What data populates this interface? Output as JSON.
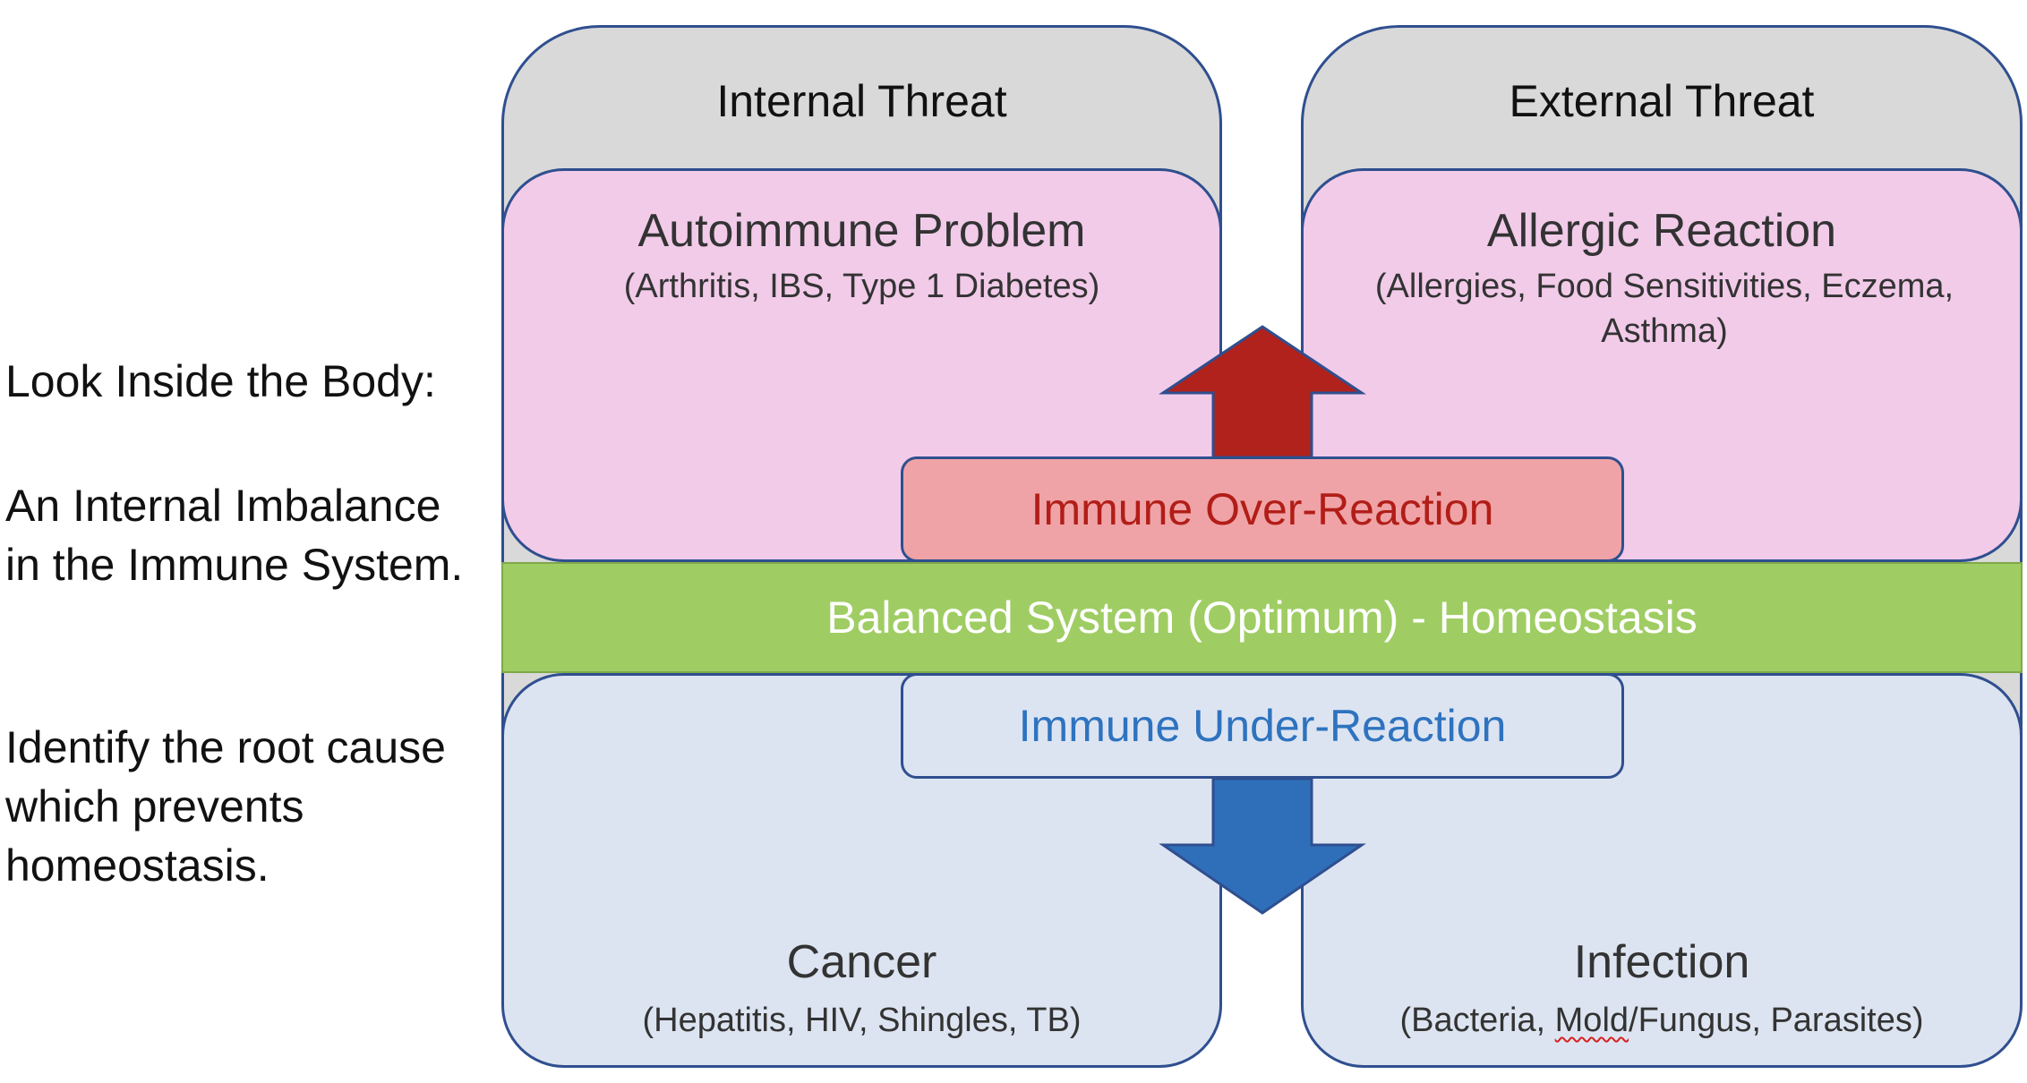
{
  "sidebar": {
    "line1": "Look Inside the Body:",
    "line2": "An Internal Imbalance in the Immune System.",
    "line3": "Identify the root cause which prevents homeostasis."
  },
  "columns": {
    "internal": {
      "title": "Internal Threat"
    },
    "external": {
      "title": "External Threat"
    }
  },
  "quadrants": {
    "autoimmune": {
      "title": "Autoimmune Problem",
      "subtitle": "(Arthritis, IBS, Type 1 Diabetes)"
    },
    "allergic": {
      "title": "Allergic Reaction",
      "subtitle": "(Allergies, Food Sensitivities, Eczema, Asthma)"
    },
    "cancer": {
      "title": "Cancer",
      "subtitle": "(Hepatitis, HIV, Shingles, TB)"
    },
    "infection": {
      "title": "Infection",
      "subtitle_prefix": "(Bacteria, ",
      "subtitle_mold": "Mold",
      "subtitle_suffix": "/Fungus, Parasites)"
    }
  },
  "band": {
    "label": "Balanced System (Optimum) - Homeostasis"
  },
  "reactions": {
    "over": "Immune Over-Reaction",
    "under": "Immune Under-Reaction"
  },
  "colors": {
    "over_arrow": "#b0221b",
    "under_arrow": "#2f6fba",
    "band": "#9fcd63",
    "pink": "#f2cbe9",
    "blue": "#dde4f1",
    "grey": "#d9d9d9",
    "border": "#2f4f8f"
  },
  "icons": {
    "up_arrow": "arrow-up-icon",
    "down_arrow": "arrow-down-icon"
  }
}
